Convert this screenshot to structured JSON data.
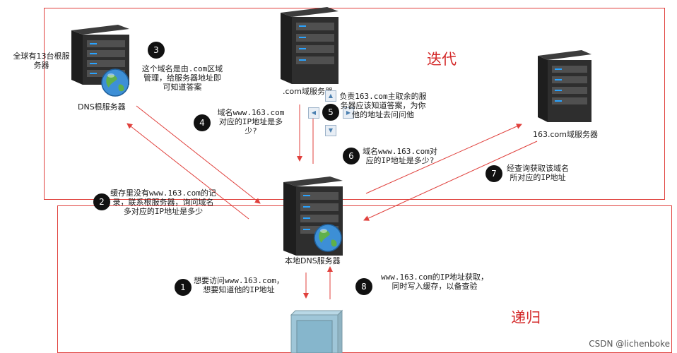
{
  "regions": {
    "iteration_label": "迭代",
    "recursion_label": "递归"
  },
  "nodes": {
    "root_caption": "全球有13台根服务器",
    "root_label": "DNS根服务器",
    "com_label": ".com域服务器",
    "s163_label": "163.com域服务器",
    "local_label": "本地DNS服务器"
  },
  "steps": [
    {
      "num": "1",
      "text": "想要访问www.163.com，想要知道他的IP地址"
    },
    {
      "num": "2",
      "text": "缓存里没有www.163.com的记录，联系根服务器，询问域名多对应的IP地址是多少"
    },
    {
      "num": "3",
      "text": "这个域名是由.com区域管理，给服务器地址即可知道答案"
    },
    {
      "num": "4",
      "text": "域名www.163.com对应的IP地址是多少?"
    },
    {
      "num": "5",
      "text": "负责163.com主取余的服务器应该知道答案，为你他的地址去问问他"
    },
    {
      "num": "6",
      "text": "域名www.163.com对应的IP地址是多少?"
    },
    {
      "num": "7",
      "text": "经查询获取该域名所对应的IP地址"
    },
    {
      "num": "8",
      "text": "www.163.com的IP地址获取，同时写入缓存，以备查验"
    }
  ],
  "watermark": "CSDN @lichenboke",
  "colors": {
    "region_border": "#e0403c",
    "arrow": "#e0403c",
    "label_red": "#d42a2a"
  }
}
